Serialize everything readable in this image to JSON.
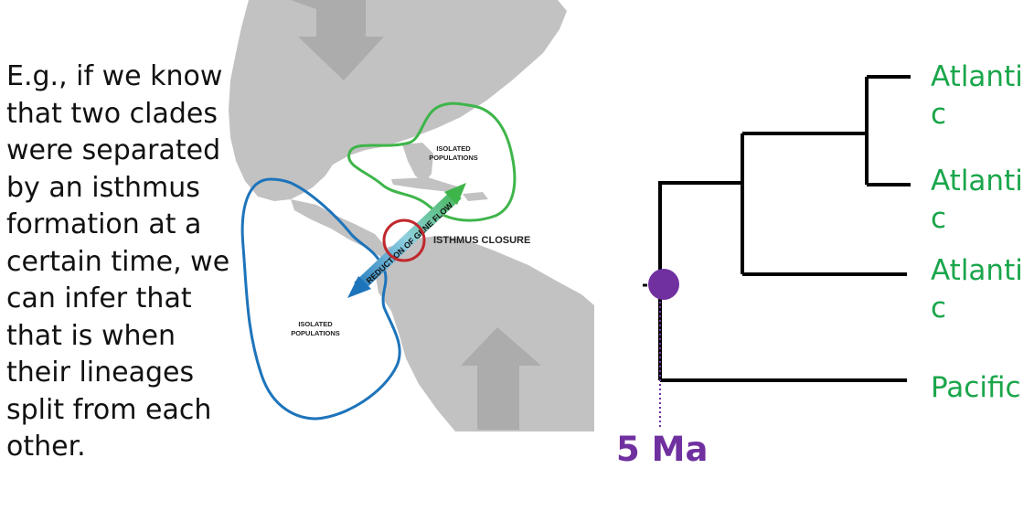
{
  "text": {
    "body": "E.g., if we know that two clades were separated by an isthmus formation at a certain time, we can infer that that is when their lineages split from each other."
  },
  "map": {
    "isolated_top": [
      "ISOLATED",
      "POPULATIONS"
    ],
    "isolated_bottom": [
      "ISOLATED",
      "POPULATIONS"
    ],
    "isthmus_label": "ISTHMUS CLOSURE",
    "arrow_label": "REDUCTION OF GENE FLOW"
  },
  "tree": {
    "tips": [
      "Atlantic",
      "Atlantic",
      "Atlantic",
      "Pacific"
    ],
    "age_label": "5 Ma"
  },
  "colors": {
    "land": "#c2c2c2",
    "green": "#3eb54a",
    "blue": "#1d74bb",
    "red": "#c0282d",
    "purple": "#7030a0",
    "tip_text": "#1aa64b"
  }
}
